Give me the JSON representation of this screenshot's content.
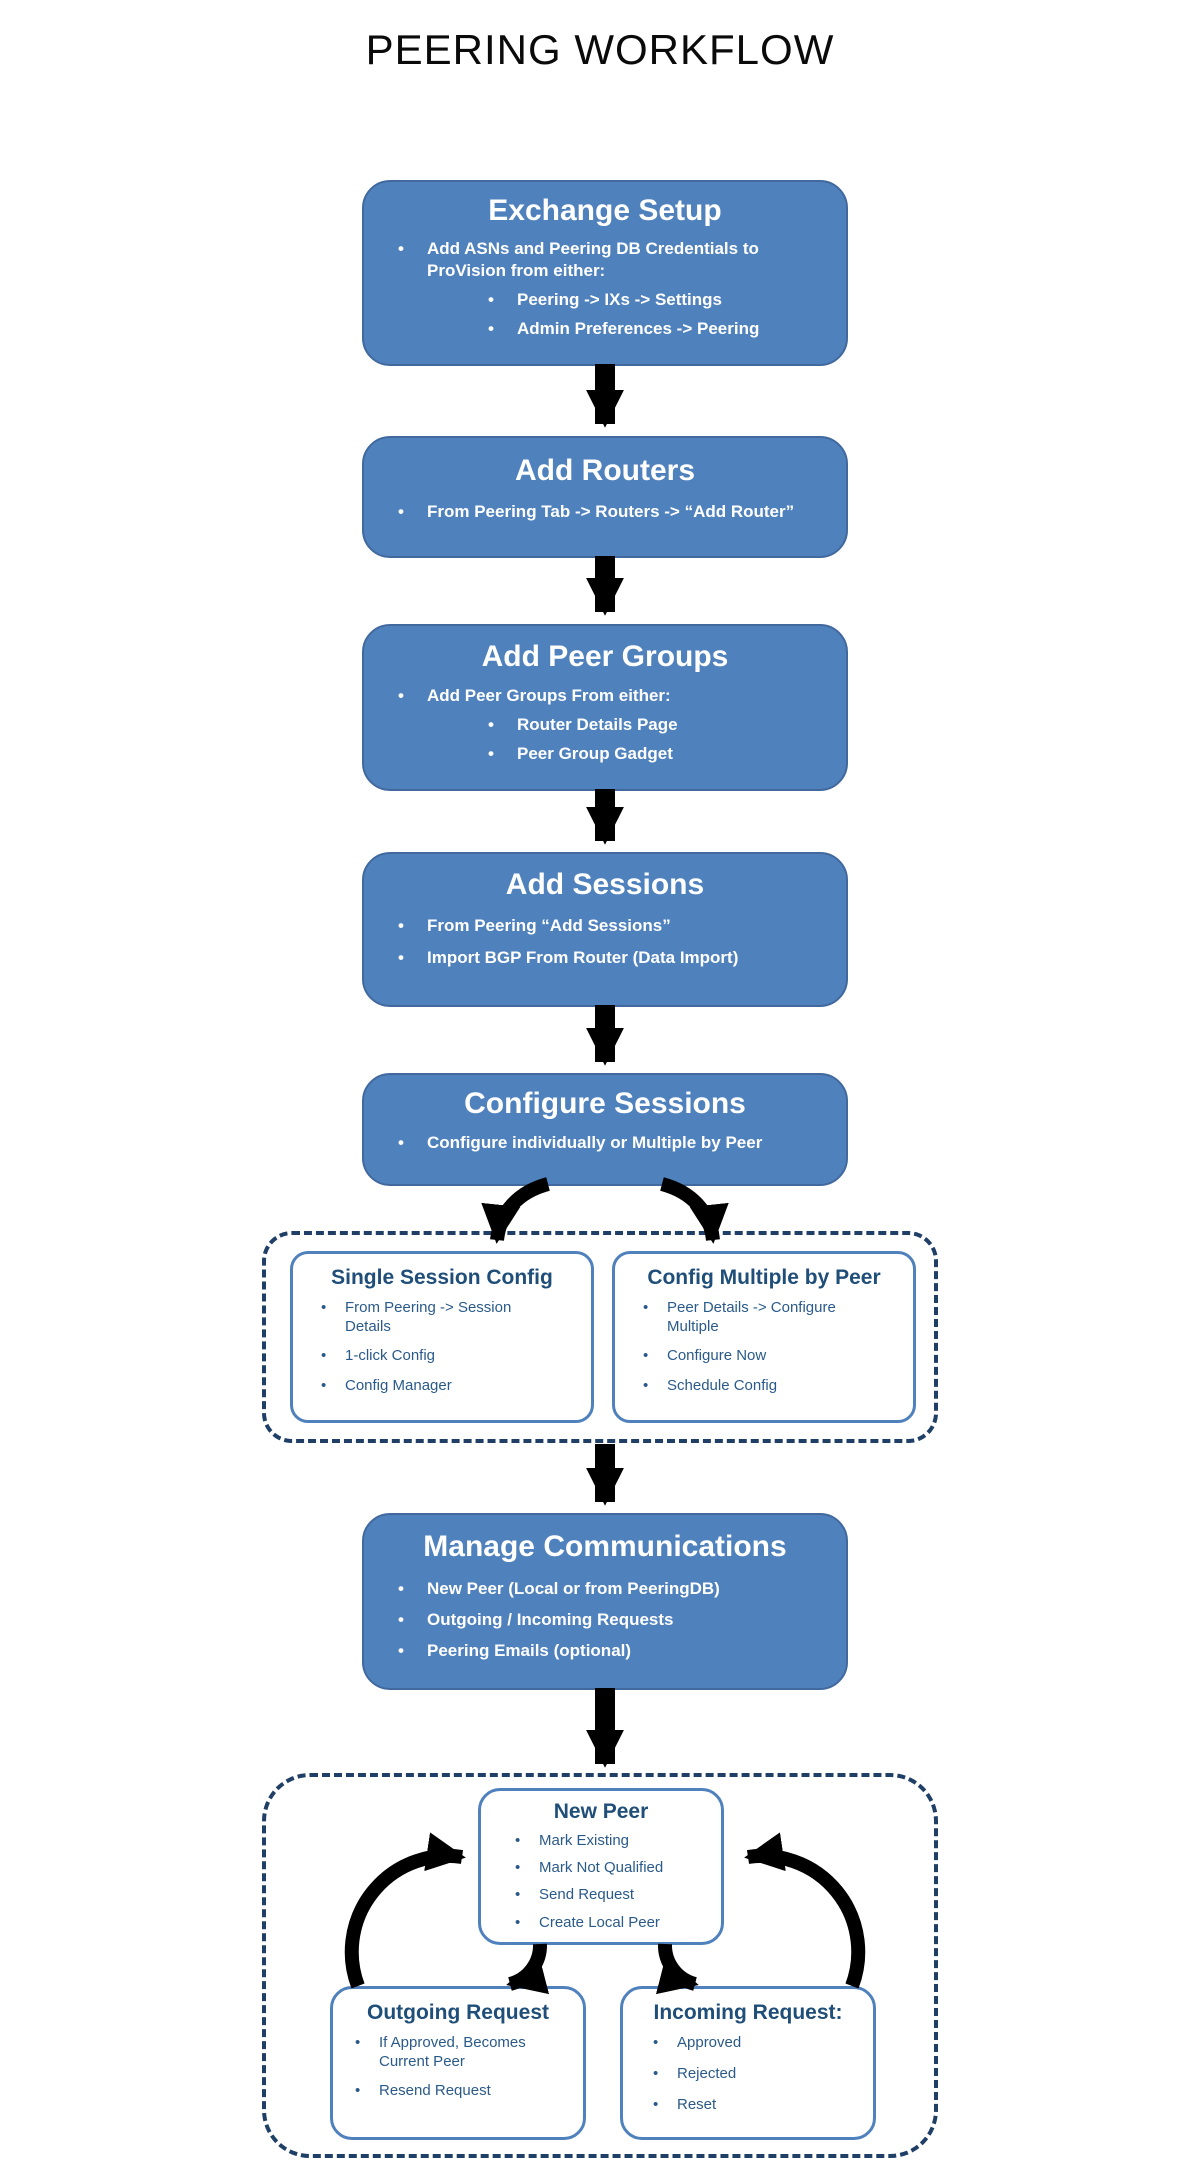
{
  "page_title": "PEERING WORKFLOW",
  "colors": {
    "box_fill": "#4f81bd",
    "box_text": "#ffffff",
    "white_box_border": "#4f81bd",
    "white_box_title_text": "#1f4e79",
    "white_box_body_text": "#2a5a8a",
    "dashed_border": "#1f3f66",
    "arrow": "#000000",
    "title_text": "#0a0a0a"
  },
  "boxes": {
    "exchange_setup": {
      "title": "Exchange Setup",
      "bullet": "Add ASNs and Peering DB Credentials to ProVision from either:",
      "sub_bullets": [
        "Peering -> IXs -> Settings",
        "Admin Preferences -> Peering"
      ]
    },
    "add_routers": {
      "title": "Add Routers",
      "bullets": [
        "From Peering Tab -> Routers -> “Add Router”"
      ]
    },
    "add_peer_groups": {
      "title": "Add Peer Groups",
      "bullet": "Add Peer Groups From either:",
      "sub_bullets": [
        "Router Details Page",
        "Peer Group Gadget"
      ]
    },
    "add_sessions": {
      "title": "Add Sessions",
      "bullets": [
        "From  Peering “Add Sessions”",
        "Import BGP From Router (Data Import)"
      ]
    },
    "configure_sessions": {
      "title": "Configure Sessions",
      "bullets": [
        "Configure individually or Multiple by Peer"
      ]
    },
    "manage_communications": {
      "title": "Manage Communications",
      "bullets": [
        "New Peer (Local or from PeeringDB)",
        "Outgoing / Incoming Requests",
        "Peering Emails (optional)"
      ]
    }
  },
  "config_group": {
    "single_session": {
      "title": "Single Session Config",
      "bullets": [
        "From Peering -> Session Details",
        "1-click Config",
        "Config Manager"
      ]
    },
    "multiple_by_peer": {
      "title": "Config Multiple by Peer",
      "bullets": [
        "Peer Details -> Configure Multiple",
        "Configure Now",
        "Schedule Config"
      ]
    }
  },
  "communications_group": {
    "new_peer": {
      "title": "New Peer",
      "bullets": [
        "Mark Existing",
        "Mark Not Qualified",
        "Send Request",
        "Create Local Peer"
      ]
    },
    "outgoing_request": {
      "title": "Outgoing Request",
      "bullets": [
        "If Approved, Becomes Current Peer",
        "Resend Request"
      ]
    },
    "incoming_request": {
      "title": "Incoming Request:",
      "bullets": [
        "Approved",
        "Rejected",
        "Reset"
      ]
    }
  }
}
